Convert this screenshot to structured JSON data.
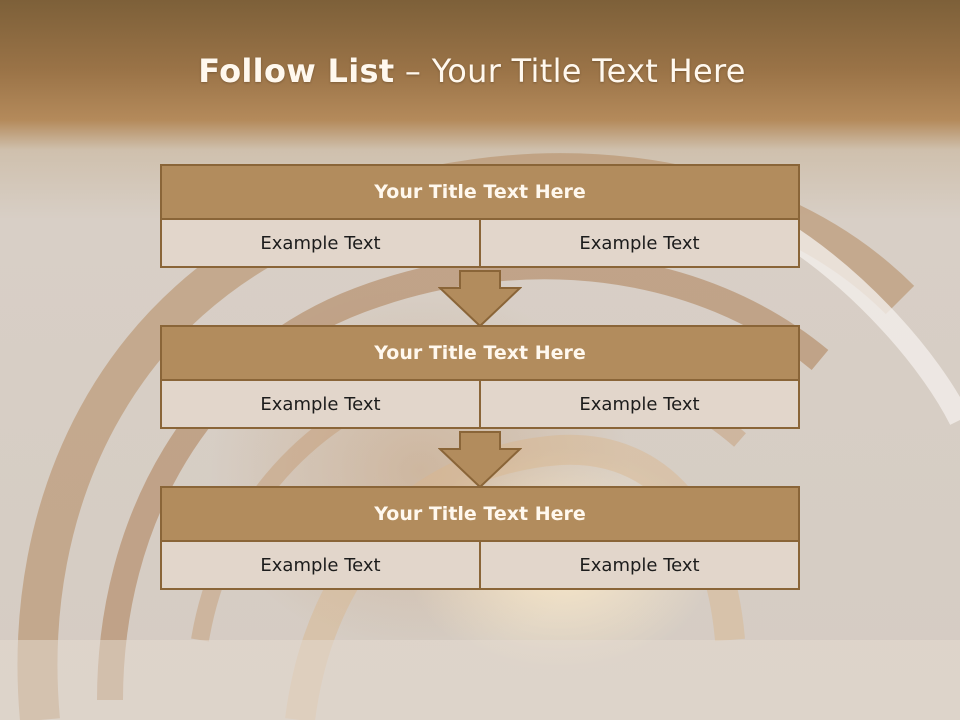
{
  "slide": {
    "title_strong": "Follow List",
    "title_rest": " – Your Title Text Here"
  },
  "blocks": [
    {
      "title": "Your Title Text Here",
      "left": "Example Text",
      "right": "Example Text"
    },
    {
      "title": "Your Title Text Here",
      "left": "Example Text",
      "right": "Example Text"
    },
    {
      "title": "Your Title Text Here",
      "left": "Example Text",
      "right": "Example Text"
    }
  ],
  "colors": {
    "header_fill": "#b28c5d",
    "border": "#8a6538",
    "cell_fill": "#e2d6cb",
    "title_text": "#fff8ee"
  }
}
